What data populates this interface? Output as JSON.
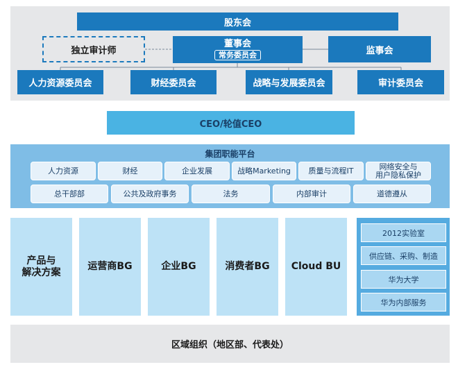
{
  "governance": {
    "shareholders": "股东会",
    "auditor": "独立审计师",
    "board": {
      "title": "董事会",
      "subtitle": "常务委员会"
    },
    "supervisory": "监事会",
    "committees": [
      "人力资源委员会",
      "财经委员会",
      "战略与发展委员会",
      "审计委员会"
    ]
  },
  "ceo": "CEO/轮值CEO",
  "platform": {
    "title": "集团职能平台",
    "row1": [
      "人力资源",
      "财经",
      "企业发展",
      "战略Marketing",
      "质量与流程IT",
      "网络安全与\n用户隐私保护"
    ],
    "row2": [
      "总干部部",
      "公共及政府事务",
      "法务",
      "内部审计",
      "道德遵从"
    ]
  },
  "business_groups": [
    "产品与\n解决方案",
    "运营商BG",
    "企业BG",
    "消费者BG",
    "Cloud BU"
  ],
  "support": [
    "2012实验室",
    "供应链、采购、制造",
    "华为大学",
    "华为内部服务"
  ],
  "regional": "区域组织（地区部、代表处）",
  "colors": {
    "dark_blue": "#1b79bd",
    "mid_blue": "#4ab3e3",
    "platform_blue": "#7fbde6",
    "light_blue": "#bde2f6",
    "gray": "#e6e7e9"
  }
}
